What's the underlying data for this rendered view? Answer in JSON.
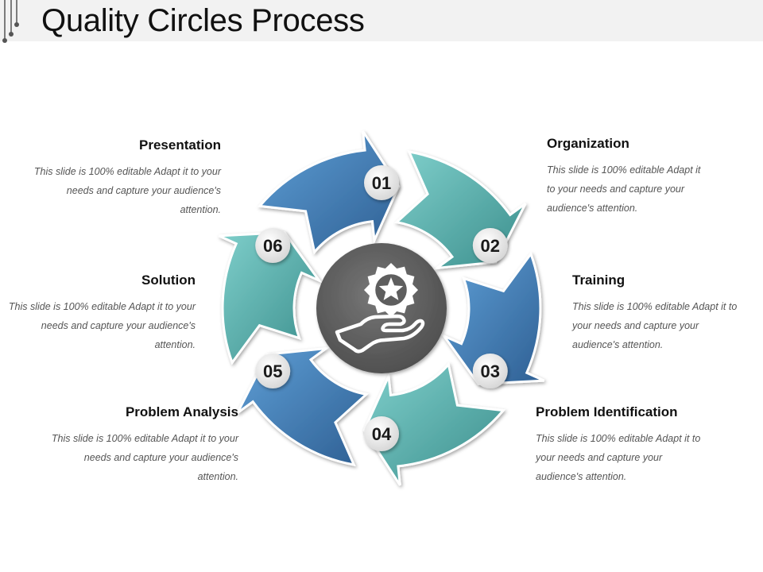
{
  "title": "Quality Circles Process",
  "steps": [
    {
      "num": "01",
      "head": "Organization",
      "desc": "This slide is 100% editable Adapt it to your needs and capture your audience's attention."
    },
    {
      "num": "02",
      "head": "Training",
      "desc": "This slide is 100% editable Adapt it to your needs and capture your audience's attention."
    },
    {
      "num": "03",
      "head": "Problem Identification",
      "desc": "This slide is 100% editable Adapt it to your needs and capture your audience's attention."
    },
    {
      "num": "04",
      "head": "Problem Analysis",
      "desc": "This slide is 100% editable Adapt it to your needs and capture your audience's attention."
    },
    {
      "num": "05",
      "head": "Solution",
      "desc": "This slide is 100% editable Adapt it to your needs and capture your audience's attention."
    },
    {
      "num": "06",
      "head": "Presentation",
      "desc": "This slide is 100% editable Adapt it to your needs and capture your audience's attention."
    }
  ],
  "center_icon": "hand-star-icon",
  "colors": {
    "blue": "#3f7bb5",
    "teal": "#4aa7a3",
    "center": "#5e5e5e"
  }
}
